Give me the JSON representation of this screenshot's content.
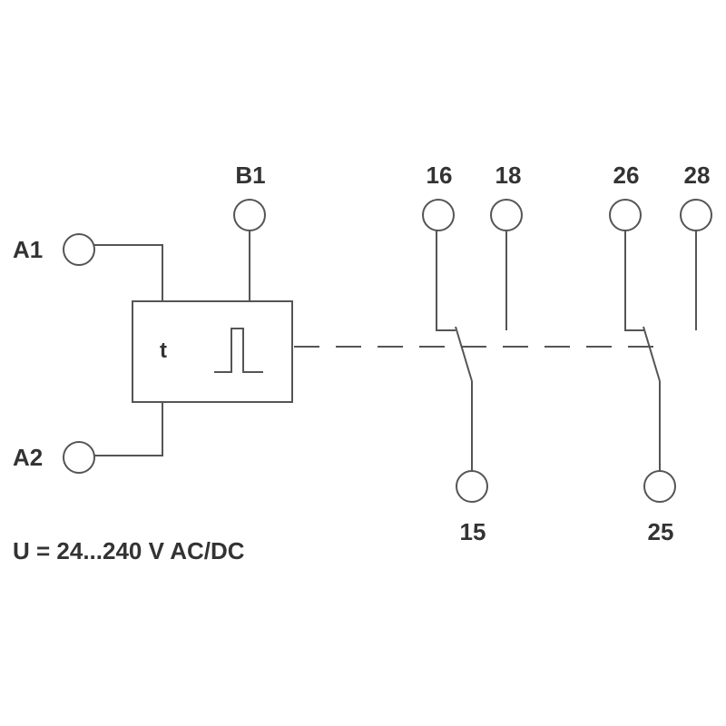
{
  "terminals": {
    "a1": "A1",
    "a2": "A2",
    "b1": "B1",
    "t16": "16",
    "t18": "18",
    "t26": "26",
    "t28": "28",
    "t15": "15",
    "t25": "25"
  },
  "timer_block": {
    "symbol": "t"
  },
  "supply_voltage": "U = 24...240 V AC/DC",
  "colors": {
    "line": "#555555",
    "text": "#333333"
  }
}
